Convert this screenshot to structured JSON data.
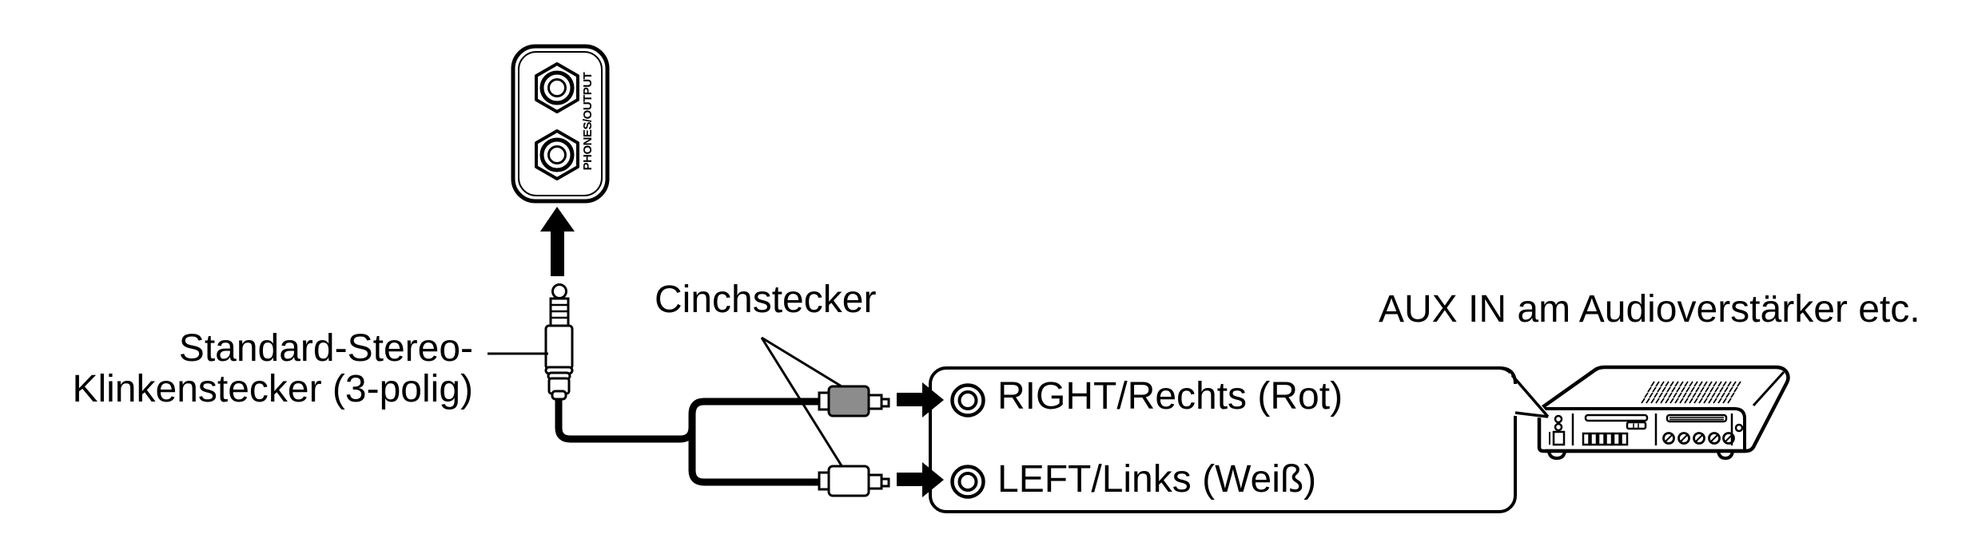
{
  "diagram": {
    "background": "#ffffff",
    "line_color": "#000000",
    "panel": {
      "label": "PHONES/OUTPUT"
    },
    "plug_label_line1": "Standard-Stereo-",
    "plug_label_line2": "Klinkenstecker (3-polig)",
    "cinch_label": "Cinchstecker",
    "aux_label": "AUX IN am Audioverstärker etc.",
    "jack_right_label": "RIGHT/Rechts (Rot)",
    "jack_left_label": "LEFT/Links (Weiß)",
    "rca_right_color": "#8c8c8c",
    "rca_left_color": "#ffffff"
  }
}
